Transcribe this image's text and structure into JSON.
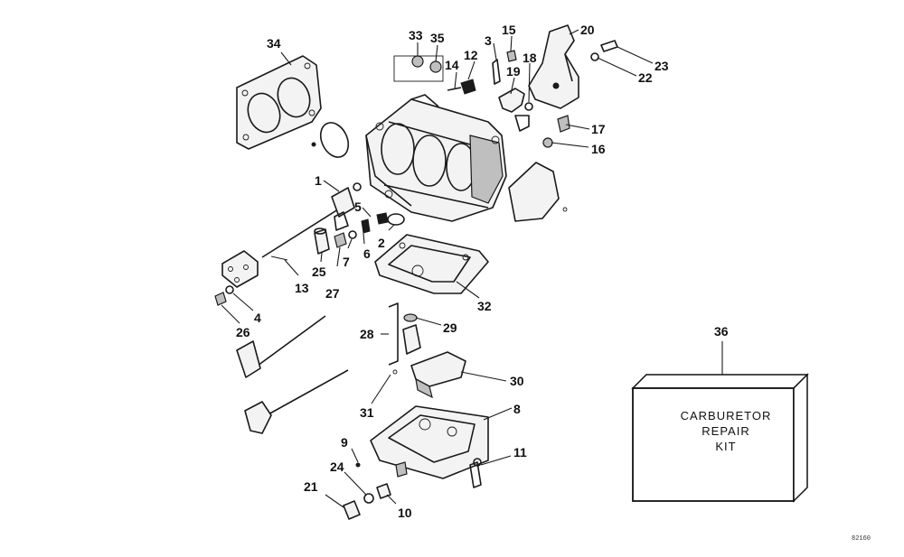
{
  "callouts": [
    "1",
    "2",
    "3",
    "4",
    "5",
    "6",
    "7",
    "8",
    "9",
    "10",
    "11",
    "12",
    "13",
    "14",
    "15",
    "16",
    "17",
    "18",
    "19",
    "20",
    "21",
    "22",
    "23",
    "24",
    "25",
    "26",
    "27",
    "28",
    "29",
    "30",
    "31",
    "32",
    "33",
    "34",
    "35",
    "36"
  ],
  "kit": {
    "line1": "CARBURETOR",
    "line2": "REPAIR",
    "line3": "KIT"
  },
  "figure_number": "82160"
}
